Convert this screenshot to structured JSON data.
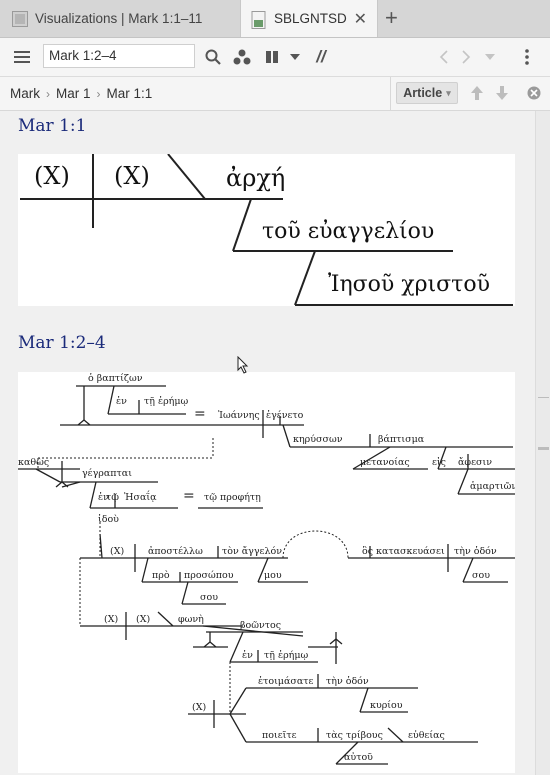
{
  "tabs": [
    {
      "title": "Visualizations | Mark 1:1–11"
    },
    {
      "title": "SBLGNTSD",
      "close": "✕"
    }
  ],
  "new_tab": "+",
  "toolbar": {
    "menu_icon": "menu-icon",
    "reference_value": "Mark 1:2–4",
    "search_icon": "search-icon",
    "parallel_icon": "parallel-icon",
    "columns_icon": "columns-icon",
    "dropdown_icon": "chevron-down-icon",
    "interlinear_icon": "double-slash-icon",
    "interlinear_label": "//",
    "back_icon": "chevron-left-icon",
    "forward_icon": "chevron-right-icon",
    "more_icon": "kebab-icon"
  },
  "breadcrumb": {
    "items": [
      "Mark",
      "Mar 1",
      "Mar 1:1"
    ],
    "separator": "›"
  },
  "article_button": {
    "label": "Article",
    "caret": "▾"
  },
  "sections": [
    {
      "heading": "Mar 1:1",
      "words": [
        "(X)",
        "(X)",
        "ἀρχή",
        "τοῦ εὐαγγελίου",
        "Ἰησοῦ χριστοῦ"
      ]
    },
    {
      "heading": "Mar 1:2–4",
      "words": {
        "ho_baptizon": "ὁ βαπτίζων",
        "en1": "ἐν",
        "te_eremo1": "τῇ ἐρήμῳ",
        "equals1": "=",
        "ioannes": "Ἰωάννης",
        "egeneto": "ἐγένετο",
        "kerysson": "κηρύσσων",
        "baptisma": "βάπτισμα",
        "metanoias": "μετανοίας",
        "eis": "εἰς",
        "aphesin": "ἄφεσιν",
        "hamartion": "ἁμαρτιῶν",
        "kathos": "καθὼς",
        "gegraptai": "γέγραπται",
        "en2": "ἐν",
        "to": "τῷ",
        "esaia": "Ἠσαΐᾳ",
        "equals2": "=",
        "to_prophete": "τῷ προφήτῃ",
        "idou": "ἰδοὺ",
        "x1": "(X)",
        "apostello": "ἀποστέλλω",
        "ton_angelon": "τὸν ἄγγελόν",
        "mou": "μου",
        "hos": "ὃς",
        "kataskeuasei": "κατασκευάσει",
        "ten_hodon1": "τὴν ὁδόν",
        "sou1": "σου",
        "pro": "πρὸ",
        "prosopou": "προσώπου",
        "sou2": "σου",
        "x2": "(X)",
        "x3": "(X)",
        "phone": "φωνὴ",
        "boontos": "βοῶντος",
        "en3": "ἐν",
        "te_eremo2": "τῇ ἐρήμῳ",
        "x4": "(X)",
        "hetoimasate": "ἑτοιμάσατε",
        "ten_hodon2": "τὴν ὁδόν",
        "kyriou": "κυρίου",
        "poieite": "ποιεῖτε",
        "tas_tribous": "τὰς τρίβους",
        "eutheias": "εὐθείας",
        "autou": "αὐτοῦ"
      }
    }
  ],
  "nav": {
    "up_icon": "arrow-up-icon",
    "down_icon": "arrow-down-icon",
    "close_icon": "close-circle-icon"
  }
}
